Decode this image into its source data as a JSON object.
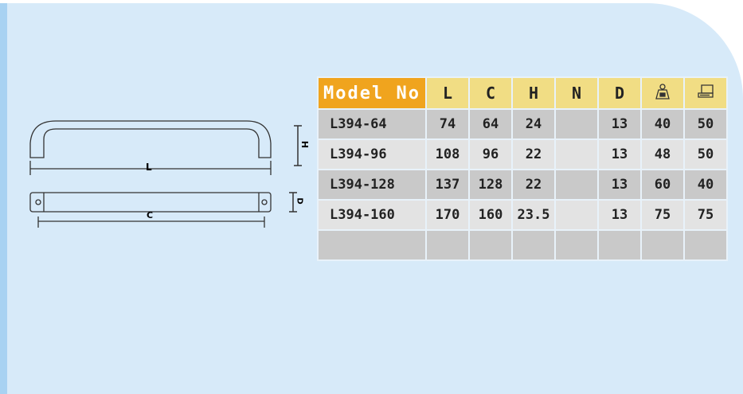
{
  "drawing": {
    "label_L": "L",
    "label_C": "C",
    "label_H": "H",
    "label_D": "D"
  },
  "table": {
    "headers": [
      "Model No",
      "L",
      "C",
      "H",
      "N",
      "D"
    ],
    "icons": [
      "weight-icon",
      "box-icon"
    ],
    "rows": [
      [
        "L394-64",
        "74",
        "64",
        "24",
        "",
        "13",
        "40",
        "50"
      ],
      [
        "L394-96",
        "108",
        "96",
        "22",
        "",
        "13",
        "48",
        "50"
      ],
      [
        "L394-128",
        "137",
        "128",
        "22",
        "",
        "13",
        "60",
        "40"
      ],
      [
        "L394-160",
        "170",
        "160",
        "23.5",
        "",
        "13",
        "75",
        "75"
      ],
      [
        "",
        "",
        "",
        "",
        "",
        "",
        "",
        ""
      ]
    ]
  }
}
